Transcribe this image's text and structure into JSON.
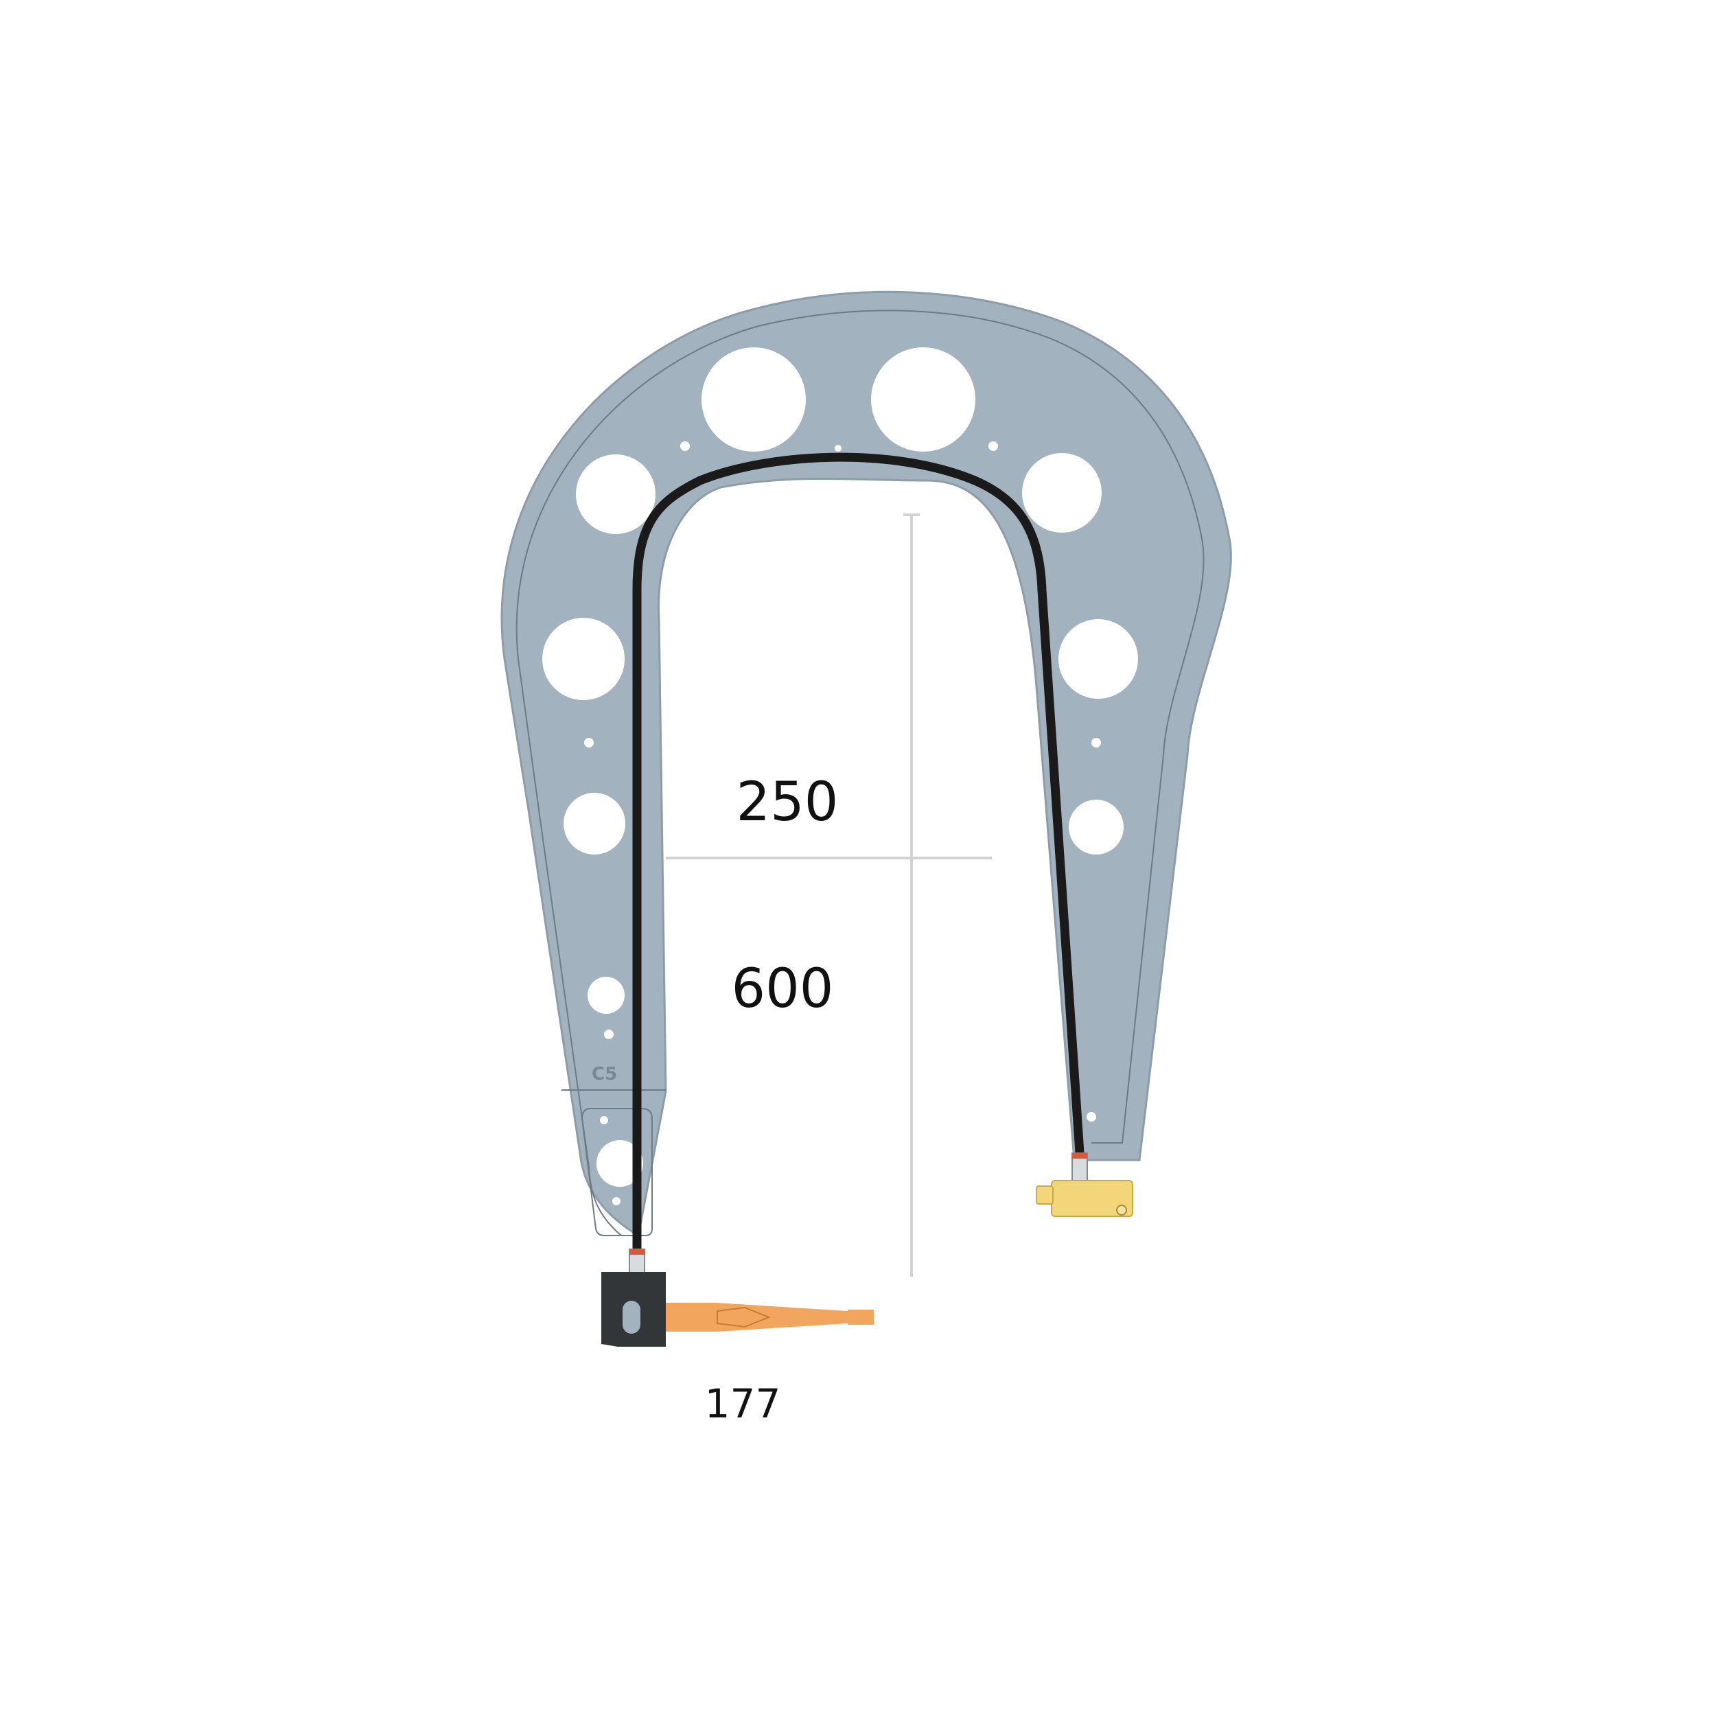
{
  "diagram": {
    "dimensions": {
      "throat_width": "250",
      "throat_depth": "600",
      "electrode_length": "177"
    },
    "frame_marking": "C5",
    "colors": {
      "frame": "#a2b3bf",
      "frame_outline": "#6c7b86",
      "cable": "#1a1a1a",
      "electrode_holder": "#333638",
      "electrode": "#f2a55c",
      "lower_tip": "#f3d57a",
      "dimension_line": "#d2d2d2",
      "text": "#111111"
    }
  }
}
